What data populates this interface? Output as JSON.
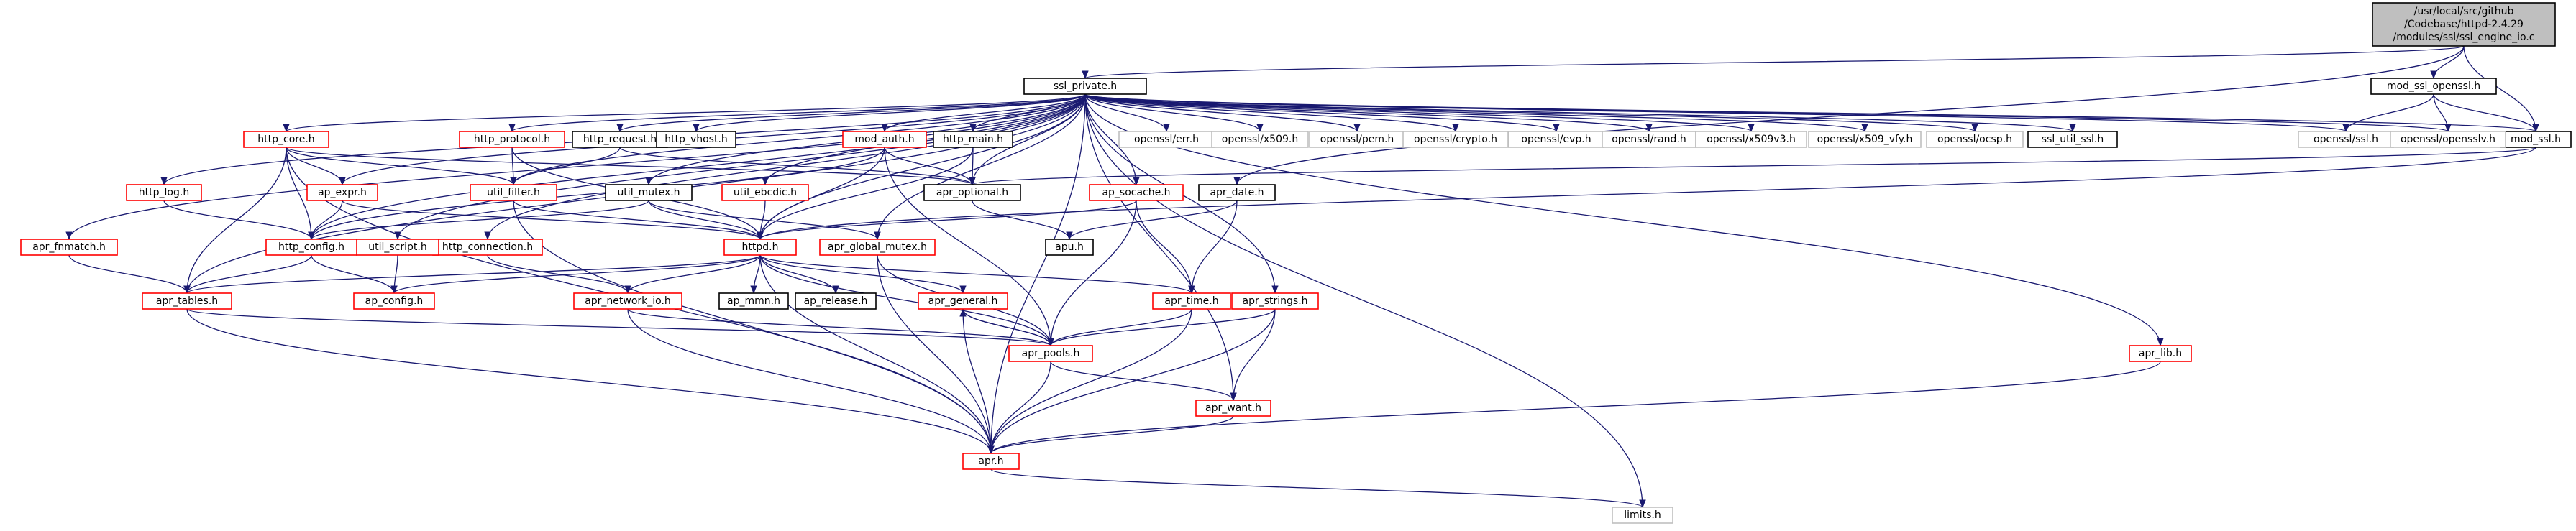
{
  "title": "/usr/local/src/github/Codebase/httpd-2.4.29/modules/ssl/ssl_engine_io.c",
  "root_label_lines": [
    "/usr/local/src/github",
    "/Codebase/httpd-2.4.29",
    "/modules/ssl/ssl_engine_io.c"
  ],
  "colors": {
    "root_fill": "#bfbfbf",
    "node_fill": "#ffffff",
    "documented_border": "#000000",
    "undocumented_border": "#ff0000",
    "external_border": "#bfbfbf",
    "edge_color": "#191970"
  },
  "nodes": [
    {
      "id": "root",
      "label": "",
      "style": "root"
    },
    {
      "id": "ssl_private_h",
      "label": "ssl_private.h",
      "style": "documented"
    },
    {
      "id": "mod_ssl_openssl_h",
      "label": "mod_ssl_openssl.h",
      "style": "documented"
    },
    {
      "id": "mod_ssl_h",
      "label": "mod_ssl.h",
      "style": "documented"
    },
    {
      "id": "openssl_ssl_h",
      "label": "openssl/ssl.h",
      "style": "external"
    },
    {
      "id": "openssl_opensslv_h",
      "label": "openssl/opensslv.h",
      "style": "external"
    },
    {
      "id": "http_core_h",
      "label": "http_core.h",
      "style": "undocumented"
    },
    {
      "id": "http_log_h",
      "label": "http_log.h",
      "style": "undocumented"
    },
    {
      "id": "apr_fnmatch_h",
      "label": "apr_fnmatch.h",
      "style": "undocumented"
    },
    {
      "id": "http_protocol_h",
      "label": "http_protocol.h",
      "style": "undocumented"
    },
    {
      "id": "http_request_h",
      "label": "http_request.h",
      "style": "documented"
    },
    {
      "id": "http_vhost_h",
      "label": "http_vhost.h",
      "style": "documented"
    },
    {
      "id": "http_connection_h",
      "label": "http_connection.h",
      "style": "undocumented"
    },
    {
      "id": "util_script_h",
      "label": "util_script.h",
      "style": "undocumented"
    },
    {
      "id": "ap_expr_h",
      "label": "ap_expr.h",
      "style": "undocumented"
    },
    {
      "id": "util_filter_h",
      "label": "util_filter.h",
      "style": "undocumented"
    },
    {
      "id": "http_config_h",
      "label": "http_config.h",
      "style": "undocumented"
    },
    {
      "id": "util_mutex_h",
      "label": "util_mutex.h",
      "style": "documented"
    },
    {
      "id": "util_ebcdic_h",
      "label": "util_ebcdic.h",
      "style": "undocumented"
    },
    {
      "id": "mod_auth_h",
      "label": "mod_auth.h",
      "style": "undocumented"
    },
    {
      "id": "http_main_h",
      "label": "http_main.h",
      "style": "documented"
    },
    {
      "id": "apr_optional_h",
      "label": "apr_optional.h",
      "style": "documented"
    },
    {
      "id": "apu_h",
      "label": "apu.h",
      "style": "documented"
    },
    {
      "id": "ap_socache_h",
      "label": "ap_socache.h",
      "style": "undocumented"
    },
    {
      "id": "apr_date_h",
      "label": "apr_date.h",
      "style": "documented"
    },
    {
      "id": "apr_global_mutex_h",
      "label": "apr_global_mutex.h",
      "style": "undocumented"
    },
    {
      "id": "httpd_h",
      "label": "httpd.h",
      "style": "undocumented"
    },
    {
      "id": "apr_tables_h",
      "label": "apr_tables.h",
      "style": "undocumented"
    },
    {
      "id": "ap_config_h",
      "label": "ap_config.h",
      "style": "undocumented"
    },
    {
      "id": "apr_network_io_h",
      "label": "apr_network_io.h",
      "style": "undocumented"
    },
    {
      "id": "ap_mmn_h",
      "label": "ap_mmn.h",
      "style": "documented"
    },
    {
      "id": "ap_release_h",
      "label": "ap_release.h",
      "style": "documented"
    },
    {
      "id": "apr_general_h",
      "label": "apr_general.h",
      "style": "undocumented"
    },
    {
      "id": "apr_time_h",
      "label": "apr_time.h",
      "style": "undocumented"
    },
    {
      "id": "apr_strings_h",
      "label": "apr_strings.h",
      "style": "undocumented"
    },
    {
      "id": "apr_pools_h",
      "label": "apr_pools.h",
      "style": "undocumented"
    },
    {
      "id": "apr_lib_h",
      "label": "apr_lib.h",
      "style": "undocumented"
    },
    {
      "id": "apr_want_h",
      "label": "apr_want.h",
      "style": "undocumented"
    },
    {
      "id": "apr_h",
      "label": "apr.h",
      "style": "undocumented"
    },
    {
      "id": "limits_h",
      "label": "limits.h",
      "style": "external"
    },
    {
      "id": "openssl_err_h",
      "label": "openssl/err.h",
      "style": "external"
    },
    {
      "id": "openssl_x509_h",
      "label": "openssl/x509.h",
      "style": "external"
    },
    {
      "id": "openssl_pem_h",
      "label": "openssl/pem.h",
      "style": "external"
    },
    {
      "id": "openssl_crypto_h",
      "label": "openssl/crypto.h",
      "style": "external"
    },
    {
      "id": "openssl_evp_h",
      "label": "openssl/evp.h",
      "style": "external"
    },
    {
      "id": "openssl_rand_h",
      "label": "openssl/rand.h",
      "style": "external"
    },
    {
      "id": "openssl_x509v3_h",
      "label": "openssl/x509v3.h",
      "style": "external"
    },
    {
      "id": "openssl_x509_vfy_h",
      "label": "openssl/x509_vfy.h",
      "style": "external"
    },
    {
      "id": "openssl_ocsp_h",
      "label": "openssl/ocsp.h",
      "style": "external"
    },
    {
      "id": "ssl_util_ssl_h",
      "label": "ssl_util_ssl.h",
      "style": "documented"
    }
  ],
  "edges": [
    [
      "root",
      "ssl_private_h"
    ],
    [
      "root",
      "mod_ssl_openssl_h"
    ],
    [
      "root",
      "mod_ssl_h"
    ],
    [
      "root",
      "apr_date_h"
    ],
    [
      "mod_ssl_openssl_h",
      "mod_ssl_h"
    ],
    [
      "mod_ssl_openssl_h",
      "openssl_ssl_h"
    ],
    [
      "mod_ssl_openssl_h",
      "openssl_opensslv_h"
    ],
    [
      "mod_ssl_h",
      "httpd_h"
    ],
    [
      "mod_ssl_h",
      "apr_optional_h"
    ],
    [
      "ssl_private_h",
      "http_core_h"
    ],
    [
      "ssl_private_h",
      "http_log_h"
    ],
    [
      "ssl_private_h",
      "apr_fnmatch_h"
    ],
    [
      "ssl_private_h",
      "http_protocol_h"
    ],
    [
      "ssl_private_h",
      "http_request_h"
    ],
    [
      "ssl_private_h",
      "http_vhost_h"
    ],
    [
      "ssl_private_h",
      "http_connection_h"
    ],
    [
      "ssl_private_h",
      "util_script_h"
    ],
    [
      "ssl_private_h",
      "ap_expr_h"
    ],
    [
      "ssl_private_h",
      "util_filter_h"
    ],
    [
      "ssl_private_h",
      "http_config_h"
    ],
    [
      "ssl_private_h",
      "util_mutex_h"
    ],
    [
      "ssl_private_h",
      "util_ebcdic_h"
    ],
    [
      "ssl_private_h",
      "mod_auth_h"
    ],
    [
      "ssl_private_h",
      "http_main_h"
    ],
    [
      "ssl_private_h",
      "apr_optional_h"
    ],
    [
      "ssl_private_h",
      "ap_socache_h"
    ],
    [
      "ssl_private_h",
      "apr_global_mutex_h"
    ],
    [
      "ssl_private_h",
      "httpd_h"
    ],
    [
      "ssl_private_h",
      "apr_tables_h"
    ],
    [
      "ssl_private_h",
      "apr_strings_h"
    ],
    [
      "ssl_private_h",
      "apr_lib_h"
    ],
    [
      "ssl_private_h",
      "apr_want_h"
    ],
    [
      "ssl_private_h",
      "apr_h"
    ],
    [
      "ssl_private_h",
      "limits_h"
    ],
    [
      "ssl_private_h",
      "openssl_err_h"
    ],
    [
      "ssl_private_h",
      "openssl_x509_h"
    ],
    [
      "ssl_private_h",
      "openssl_pem_h"
    ],
    [
      "ssl_private_h",
      "openssl_crypto_h"
    ],
    [
      "ssl_private_h",
      "openssl_evp_h"
    ],
    [
      "ssl_private_h",
      "openssl_rand_h"
    ],
    [
      "ssl_private_h",
      "openssl_x509v3_h"
    ],
    [
      "ssl_private_h",
      "openssl_x509_vfy_h"
    ],
    [
      "ssl_private_h",
      "openssl_ocsp_h"
    ],
    [
      "ssl_private_h",
      "ssl_util_ssl_h"
    ],
    [
      "ssl_private_h",
      "openssl_ssl_h"
    ],
    [
      "ssl_private_h",
      "openssl_opensslv_h"
    ],
    [
      "ssl_private_h",
      "mod_ssl_h"
    ],
    [
      "http_core_h",
      "apr_tables_h"
    ],
    [
      "http_core_h",
      "http_config_h"
    ],
    [
      "http_core_h",
      "ap_expr_h"
    ],
    [
      "http_core_h",
      "util_filter_h"
    ],
    [
      "http_core_h",
      "apr_h"
    ],
    [
      "http_core_h",
      "apr_optional_h"
    ],
    [
      "http_log_h",
      "http_config_h"
    ],
    [
      "apr_fnmatch_h",
      "apr_tables_h"
    ],
    [
      "http_protocol_h",
      "util_filter_h"
    ],
    [
      "http_protocol_h",
      "httpd_h"
    ],
    [
      "http_request_h",
      "util_filter_h"
    ],
    [
      "http_request_h",
      "apr_optional_h"
    ],
    [
      "http_connection_h",
      "apr_network_io_h"
    ],
    [
      "util_script_h",
      "ap_config_h"
    ],
    [
      "ap_expr_h",
      "http_config_h"
    ],
    [
      "ap_expr_h",
      "httpd_h"
    ],
    [
      "util_filter_h",
      "httpd_h"
    ],
    [
      "util_filter_h",
      "apr_h"
    ],
    [
      "http_config_h",
      "apr_tables_h"
    ],
    [
      "http_config_h",
      "ap_config_h"
    ],
    [
      "util_mutex_h",
      "httpd_h"
    ],
    [
      "util_mutex_h",
      "apr_global_mutex_h"
    ],
    [
      "util_mutex_h",
      "http_config_h"
    ],
    [
      "util_ebcdic_h",
      "httpd_h"
    ],
    [
      "mod_auth_h",
      "apr_optional_h"
    ],
    [
      "mod_auth_h",
      "httpd_h"
    ],
    [
      "mod_auth_h",
      "apr_pools_h"
    ],
    [
      "mod_auth_h",
      "http_config_h"
    ],
    [
      "http_main_h",
      "apr_optional_h"
    ],
    [
      "http_main_h",
      "httpd_h"
    ],
    [
      "apr_optional_h",
      "apu_h"
    ],
    [
      "ap_socache_h",
      "httpd_h"
    ],
    [
      "ap_socache_h",
      "apr_pools_h"
    ],
    [
      "ap_socache_h",
      "apr_time_h"
    ],
    [
      "apr_date_h",
      "apu_h"
    ],
    [
      "apr_date_h",
      "apr_time_h"
    ],
    [
      "apr_global_mutex_h",
      "apr_pools_h"
    ],
    [
      "apr_global_mutex_h",
      "apr_h"
    ],
    [
      "httpd_h",
      "ap_config_h"
    ],
    [
      "httpd_h",
      "apr_tables_h"
    ],
    [
      "httpd_h",
      "apr_network_io_h"
    ],
    [
      "httpd_h",
      "ap_mmn_h"
    ],
    [
      "httpd_h",
      "ap_release_h"
    ],
    [
      "httpd_h",
      "apr_general_h"
    ],
    [
      "httpd_h",
      "apr_time_h"
    ],
    [
      "httpd_h",
      "apr_pools_h"
    ],
    [
      "httpd_h",
      "apr_h"
    ],
    [
      "apr_tables_h",
      "apr_pools_h"
    ],
    [
      "apr_tables_h",
      "apr_h"
    ],
    [
      "apr_network_io_h",
      "apr_pools_h"
    ],
    [
      "apr_network_io_h",
      "apr_h"
    ],
    [
      "apr_general_h",
      "apr_pools_h"
    ],
    [
      "apr_general_h",
      "apr_h"
    ],
    [
      "apr_pools_h",
      "apr_general_h"
    ],
    [
      "apr_time_h",
      "apr_pools_h"
    ],
    [
      "apr_time_h",
      "apr_h"
    ],
    [
      "apr_strings_h",
      "apr_pools_h"
    ],
    [
      "apr_strings_h",
      "apr_want_h"
    ],
    [
      "apr_strings_h",
      "apr_h"
    ],
    [
      "apr_pools_h",
      "apr_want_h"
    ],
    [
      "apr_pools_h",
      "apr_h"
    ],
    [
      "apr_lib_h",
      "apr_h"
    ],
    [
      "apr_want_h",
      "apr_h"
    ],
    [
      "apr_h",
      "limits_h"
    ]
  ]
}
